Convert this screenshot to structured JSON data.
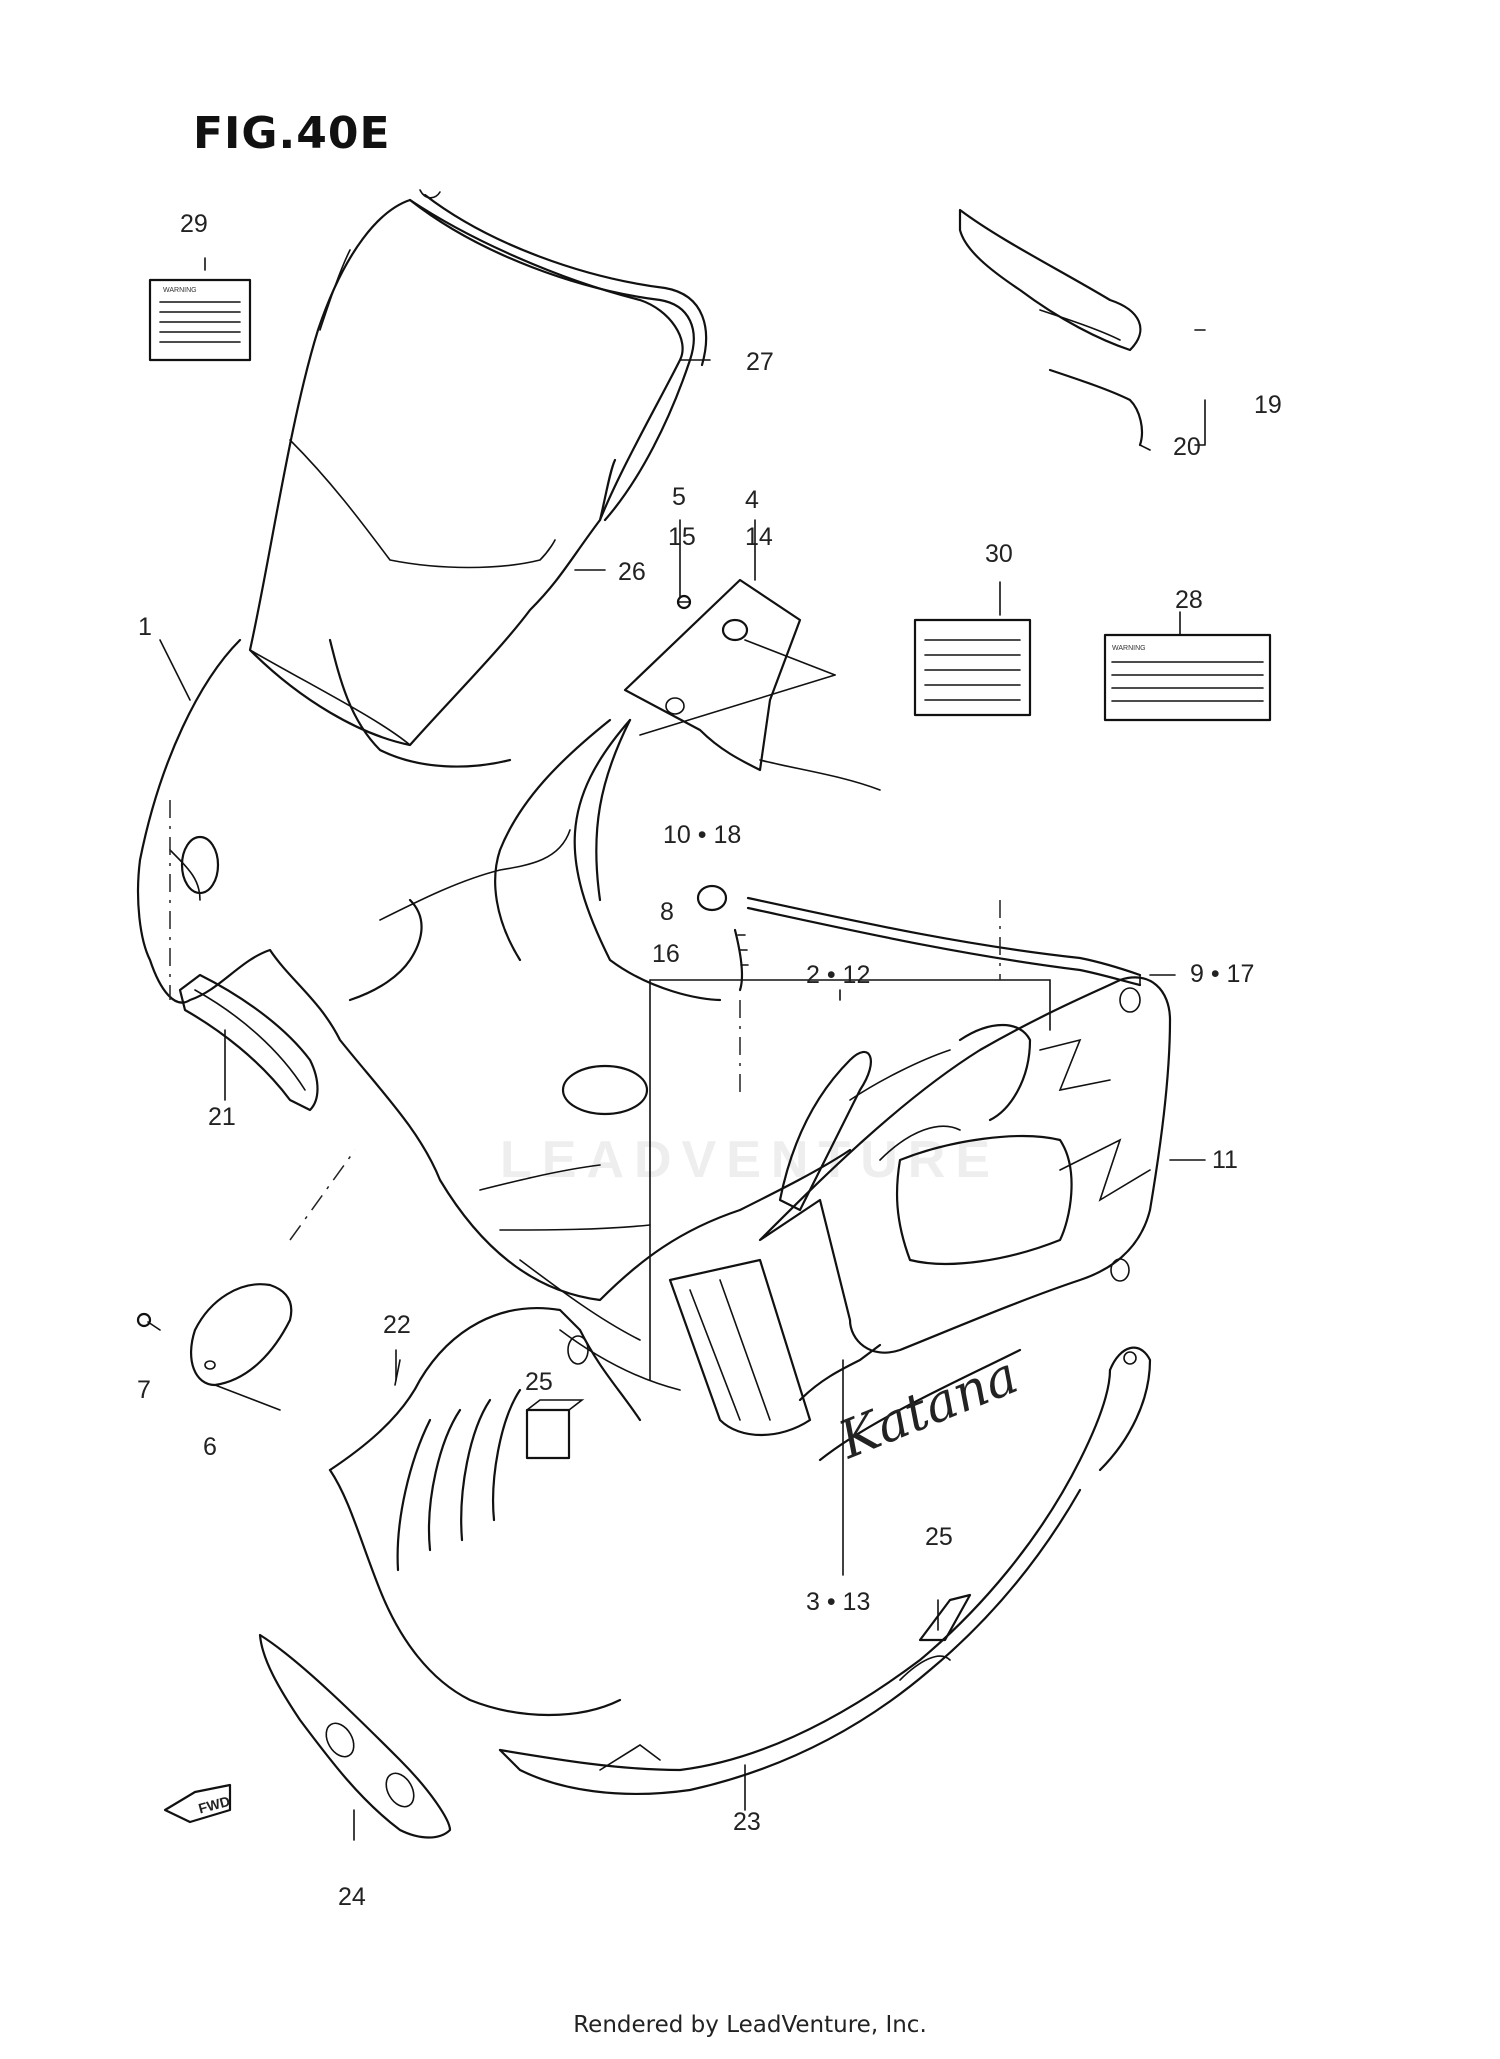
{
  "figure": {
    "title": "FIG.40E"
  },
  "footer": {
    "text": "Rendered by LeadVenture, Inc."
  },
  "watermark": {
    "text": "LEADVENTURE"
  },
  "labels": {
    "warning_label_29": "WARNING",
    "warning_label_28": "WARNING",
    "fwd_arrow": "FWD",
    "katana_decal": "Katana"
  },
  "callouts": {
    "c1": "1",
    "c2_12": "2 • 12",
    "c3_13": "3 • 13",
    "c4": "4",
    "c5": "5",
    "c6": "6",
    "c7": "7",
    "c8": "8",
    "c9_17": "9 • 17",
    "c10_18": "10 • 18",
    "c11": "11",
    "c14": "14",
    "c15": "15",
    "c16": "16",
    "c19": "19",
    "c20": "20",
    "c21": "21",
    "c22": "22",
    "c23": "23",
    "c24": "24",
    "c25a": "25",
    "c25b": "25",
    "c26": "26",
    "c27": "27",
    "c28": "28",
    "c29": "29",
    "c30": "30"
  }
}
